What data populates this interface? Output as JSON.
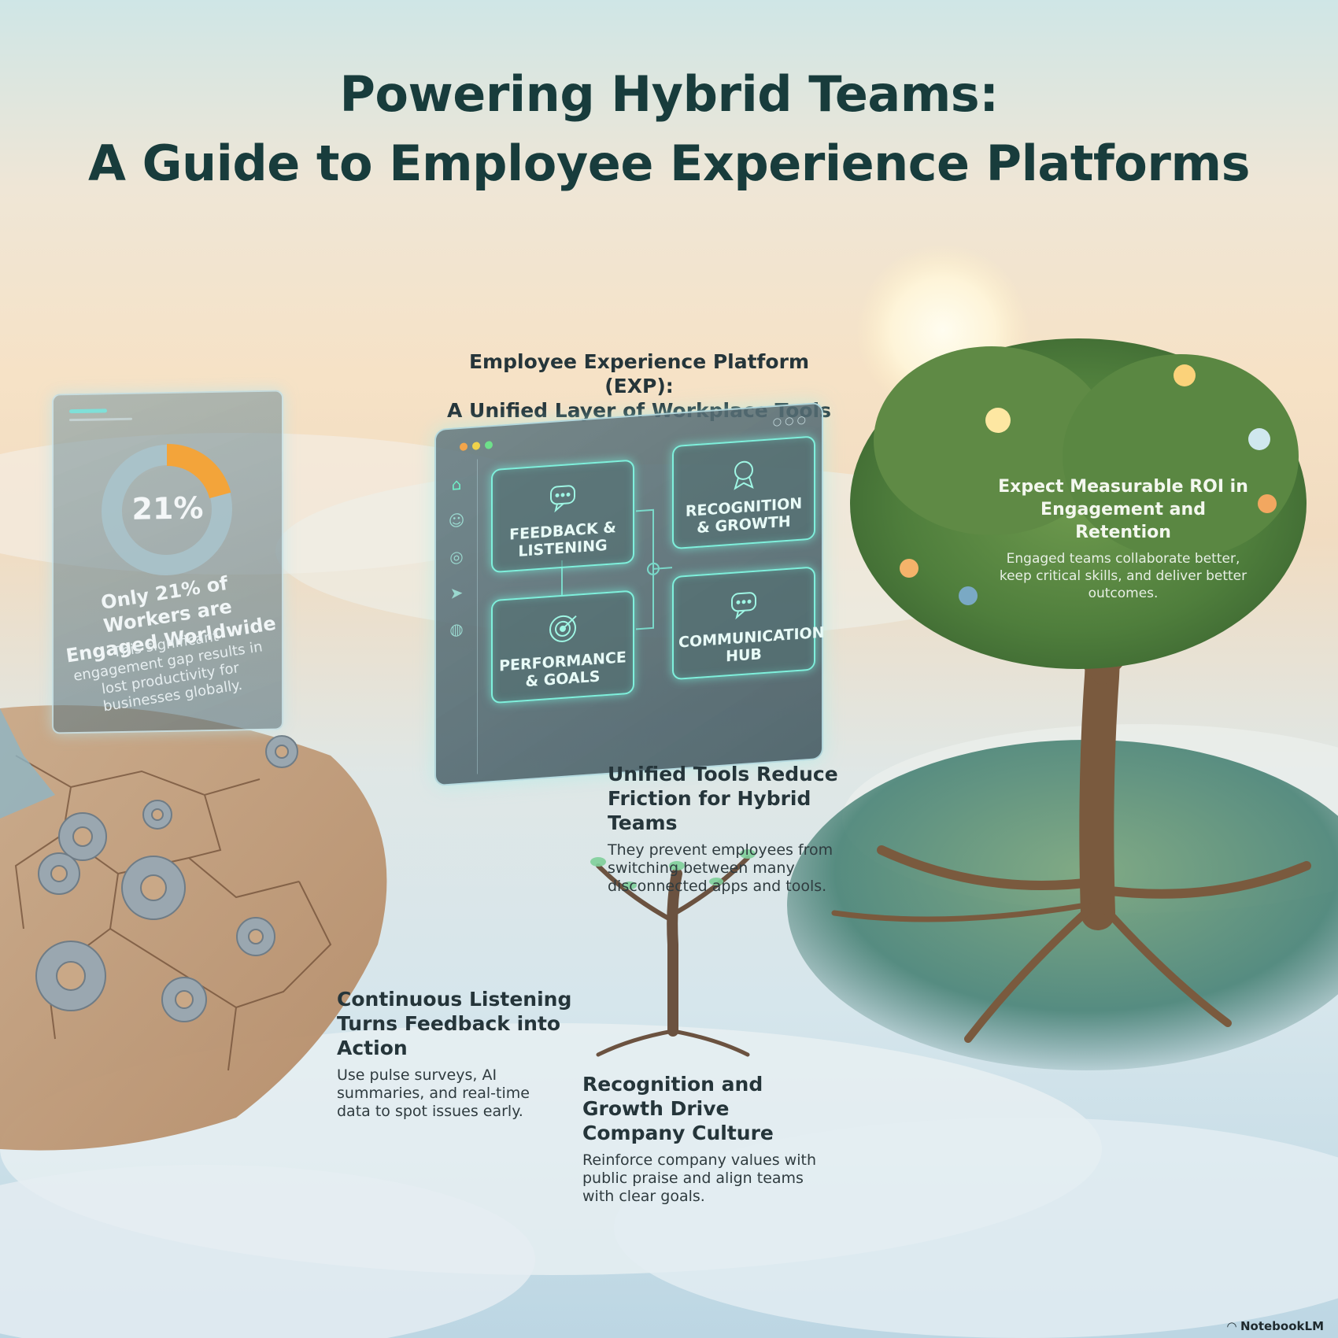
{
  "title": {
    "line1": "Powering Hybrid Teams:",
    "line2": "A Guide to Employee Experience Platforms"
  },
  "stat_card": {
    "percent": "21%",
    "engaged_fraction": 0.21,
    "heading": "Only 21% of Workers are Engaged Worldwide",
    "body": "This significant engagement gap results in lost productivity for businesses globally.",
    "accent_color": "#f3a43a"
  },
  "exp": {
    "heading_line1": "Employee Experience Platform (EXP):",
    "heading_line2": "A Unified Layer of Workplace Tools",
    "tiles": [
      {
        "label": "FEEDBACK & LISTENING",
        "icon": "chat-bubbles-icon"
      },
      {
        "label": "RECOGNITION & GROWTH",
        "icon": "award-ribbon-icon"
      },
      {
        "label": "PERFORMANCE & GOALS",
        "icon": "target-icon"
      },
      {
        "label": "COMMUNICATION HUB",
        "icon": "chat-bubble-icon"
      }
    ],
    "sidebar_icons": [
      "home-icon",
      "people-icon",
      "badge-icon",
      "send-icon",
      "globe-icon"
    ],
    "glow_color": "#7ff0dc"
  },
  "roi": {
    "heading": "Expect Measurable ROI in Engagement and Retention",
    "body": "Engaged teams collaborate better, keep critical skills, and deliver better outcomes."
  },
  "unified": {
    "heading": "Unified Tools Reduce Friction for Hybrid Teams",
    "body": "They prevent employees from switching between many disconnected apps and tools."
  },
  "listening": {
    "heading": "Continuous Listening Turns Feedback into Action",
    "body": "Use pulse surveys, AI summaries, and real-time data to spot issues early."
  },
  "recognition": {
    "heading": "Recognition and Growth Drive Company Culture",
    "body": "Reinforce company values with public praise and align teams with clear goals."
  },
  "footer": {
    "brand": "NotebookLM"
  }
}
